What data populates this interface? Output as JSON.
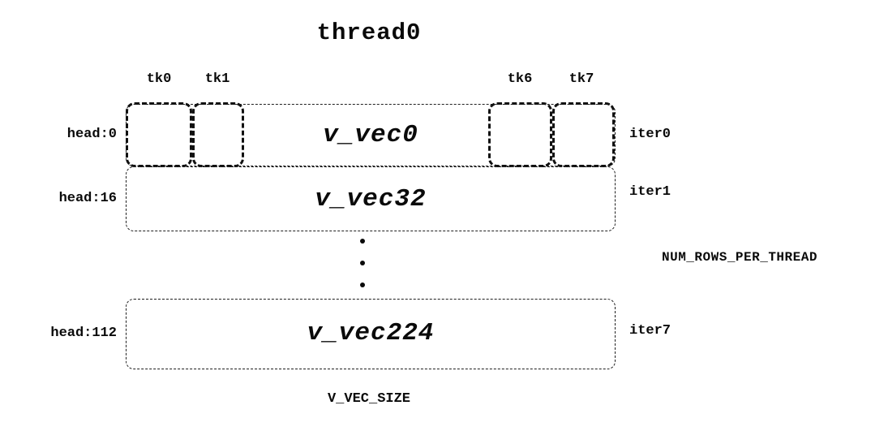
{
  "diagram": {
    "title": "thread0",
    "tick_labels": [
      "tk0",
      "tk1",
      "tk6",
      "tk7"
    ],
    "rows": [
      {
        "head": "head:0",
        "vec": "v_vec0",
        "iter": "iter0"
      },
      {
        "head": "head:16",
        "vec": "v_vec32",
        "iter": "iter1"
      },
      {
        "head": "head:112",
        "vec": "v_vec224",
        "iter": "iter7"
      }
    ],
    "right_label": "NUM_ROWS_PER_THREAD",
    "bottom_label": "V_VEC_SIZE"
  }
}
